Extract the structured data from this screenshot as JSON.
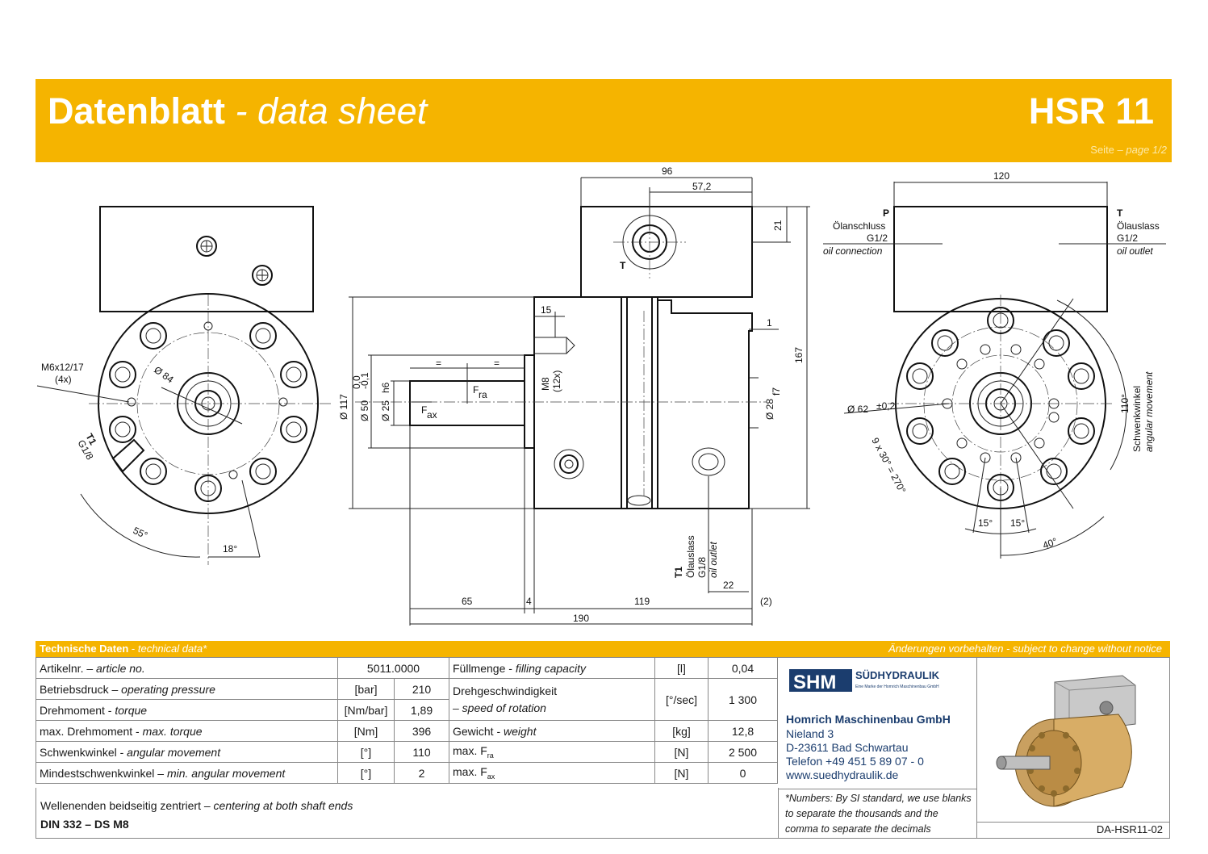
{
  "header": {
    "title_de": "Datenblatt",
    "title_sep": "-",
    "title_en": "data sheet",
    "model": "HSR 11",
    "page_de": "Seite –",
    "page_en": "page 1/2"
  },
  "drawing": {
    "dims": {
      "d96": "96",
      "d572": "57,2",
      "d120": "120",
      "d21": "21",
      "d167": "167",
      "d15": "15",
      "d1": "1",
      "d117": "Ø 117",
      "d50": "Ø 50",
      "d50tol_up": "0,0",
      "d50tol_dn": "-0,1",
      "d25": "Ø 25",
      "d25fit": "h6",
      "d28": "Ø 28",
      "d28fit": "f7",
      "d65": "65",
      "d4": "4",
      "d119": "119",
      "d190": "190",
      "d22": "22",
      "d2": "2",
      "d84": "Ø 84",
      "m6": "M6x12/17",
      "m6count": "(4x)",
      "a55": "55°",
      "a18": "18°",
      "t1": "T1",
      "g18": "G1/8",
      "d62": "Ø 62",
      "d62tol": "±0,2",
      "a9x30": "9 x 30° = 270°",
      "a15a": "15°",
      "a15b": "15°",
      "a40": "40°",
      "a110": "110°",
      "m8": "M8",
      "m8count": "(12x)",
      "eq1": "=",
      "eq2": "=",
      "fra": "F",
      "fra_sub": "ra",
      "fax": "F",
      "fax_sub": "ax",
      "t_label": "T"
    },
    "ports": {
      "p": "P",
      "p_de": "Ölanschluss",
      "p_g": "G1/2",
      "p_en": "oil connection",
      "t": "T",
      "t_de": "Ölauslass",
      "t_g": "G1/2",
      "t_en": "oil outlet",
      "t1": "T1",
      "t1_de": "Ölauslass",
      "t1_g": "G1/8",
      "t1_en": "oil outlet",
      "swing_de": "Schwenkwinkel",
      "swing_en": "angular movement"
    }
  },
  "table": {
    "title_de": "Technische Daten",
    "title_sep": " - ",
    "title_en": "technical data*",
    "notice_de": "Änderungen vorbehalten",
    "notice_sep": " - ",
    "notice_en": "subject to change without notice",
    "left_rows": [
      {
        "de": "Artikelnr. –",
        "en": "article no.",
        "unit": "",
        "value": "5011.0000"
      },
      {
        "de": "Betriebsdruck –",
        "en": "operating pressure",
        "unit": "[bar]",
        "value": "210"
      },
      {
        "de": "Drehmoment -",
        "en": "torque",
        "unit": "[Nm/bar]",
        "value": "1,89"
      },
      {
        "de": "max. Drehmoment -",
        "en": "max. torque",
        "unit": "[Nm]",
        "value": "396"
      },
      {
        "de": "Schwenkwinkel -",
        "en": "angular movement",
        "unit": "[°]",
        "value": "110"
      },
      {
        "de": "Mindestschwenkwinkel –",
        "en": "min. angular movement",
        "unit": "[°]",
        "value": "2"
      }
    ],
    "right_rows": {
      "r1": {
        "de": "Füllmenge -",
        "en": "filling capacity",
        "unit": "[l]",
        "value": "0,04"
      },
      "r2": {
        "de": "Drehgeschwindigkeit",
        "en": "– speed of rotation",
        "unit": "[°/sec]",
        "value": "1 300"
      },
      "r4": {
        "de": "Gewicht -",
        "en": "weight",
        "unit": "[kg]",
        "value": "12,8"
      },
      "r5": {
        "de": "max. F",
        "sub": "ra",
        "unit": "[N]",
        "value": "2 500"
      },
      "r6": {
        "de": "max. F",
        "sub": "ax",
        "unit": "[N]",
        "value": "0"
      }
    },
    "footer_line1_de": "Wellenenden beidseitig zentriert  –",
    "footer_line1_en": "centering at both shaft ends",
    "footer_line2": "DIN 332 – DS M8"
  },
  "company": {
    "logo_text": "SHM",
    "brand": "SÜDHYDRAULIK",
    "brand_sub": "Eine Marke der Homrich Maschinenbau GmbH",
    "name": "Homrich Maschinenbau GmbH",
    "street": "Nieland 3",
    "city": "D-23611 Bad Schwartau",
    "phone": "Telefon +49 451 5 89 07 - 0",
    "web": "www.suedhydraulik.de"
  },
  "note": "*Numbers: By SI standard, we use blanks to separate the thousands and the comma to separate the decimals",
  "doc_no": "DA-HSR11-02",
  "colors": {
    "accent": "#f5b400",
    "company_blue": "#1b3d6e"
  }
}
